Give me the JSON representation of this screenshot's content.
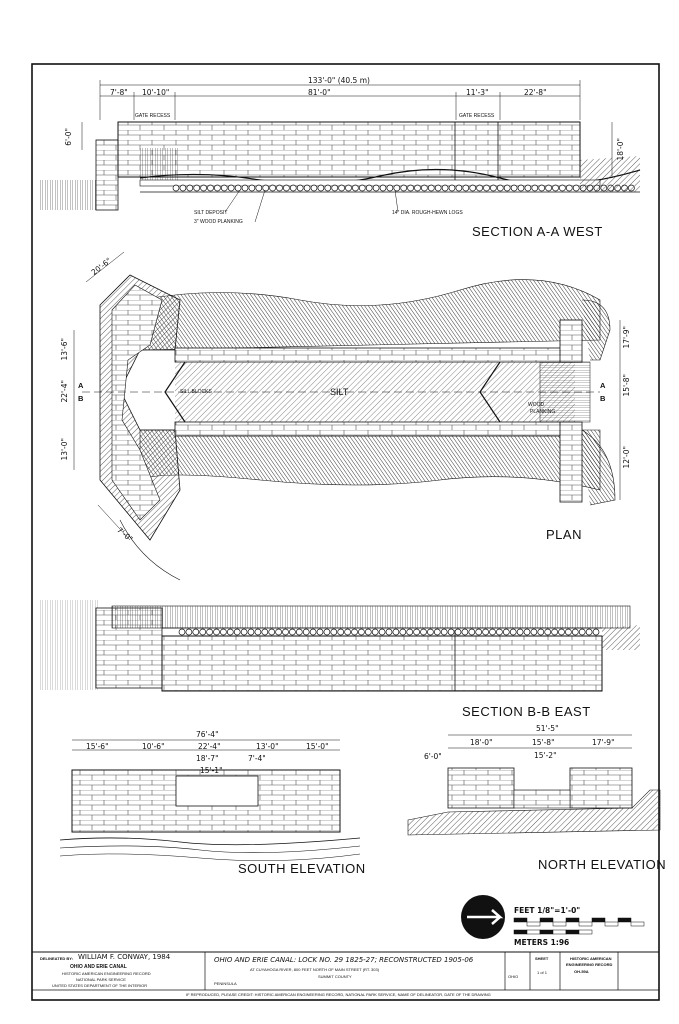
{
  "sheet": {
    "section_aa": {
      "title": "SECTION A-A WEST",
      "overall_dim": "133'-0\" (40.5 m)",
      "dims": [
        "7'-8\"",
        "10'-10\"",
        "81'-0\"",
        "11'-3\"",
        "22'-8\""
      ],
      "left_height": "6'-0\"",
      "right_height": "18'-0\"",
      "gate_recess_left": "GATE RECESS",
      "gate_recess_right": "GATE RECESS",
      "note_silt": "SILT DEPOSIT",
      "note_planking": "3\" WOOD PLANKING",
      "note_logs": "14\" DIA. ROUGH-HEWN LOGS"
    },
    "plan": {
      "title": "PLAN",
      "silt": "SILT",
      "sill_blocks": "SILL BLOCKS",
      "wood_planking_1": "WOOD",
      "wood_planking_2": "PLANKING",
      "dim_diag_top": "20'-6\"",
      "dim_diag_bottom": "7'-0\"",
      "dim_left_1": "13'-6\"",
      "dim_left_2": "22'-4\"",
      "dim_left_3": "13'-0\"",
      "dim_right_1": "17'-9\"",
      "dim_right_2": "15'-8\"",
      "dim_right_3": "12'-0\"",
      "cut_a": "A",
      "cut_b": "B"
    },
    "section_bb": {
      "title": "SECTION B-B EAST"
    },
    "south_elev": {
      "title": "SOUTH ELEVATION",
      "overall": "76'-4\"",
      "dims": [
        "15'-6\"",
        "10'-6\"",
        "22'-4\"",
        "13'-0\"",
        "15'-0\""
      ],
      "inner_1": "18'-7\"",
      "inner_2": "7'-4\"",
      "inner_3": "15'-1\""
    },
    "north_elev": {
      "title": "NORTH ELEVATION",
      "overall": "51'-5\"",
      "dims": [
        "18'-0\"",
        "15'-8\"",
        "17'-9\""
      ],
      "inner": "15'-2\"",
      "height": "6'-0\""
    },
    "scale": {
      "feet_label": "FEET 1/8\"=1'-0\"",
      "meters_label": "METERS 1:96"
    },
    "title_block": {
      "delineated_by": "DELINEATED BY:",
      "delineator": "WILLIAM F. CONWAY, 1984",
      "project": "OHIO AND ERIE CANAL",
      "agency_1": "HISTORIC AMERICAN ENGINEERING RECORD",
      "agency_2": "NATIONAL PARK SERVICE",
      "agency_3": "UNITED STATES DEPARTMENT OF THE INTERIOR",
      "main_title": "OHIO AND ERIE CANAL: LOCK NO. 29 1825-27; RECONSTRUCTED 1905-06",
      "sub_title": "AT CUYAHOGA RIVER, 800 FEET NORTH OF MAIN STREET (RT. 303)",
      "county": "SUMMIT COUNTY",
      "town": "PENINSULA",
      "state": "OHIO",
      "sheet_label": "SHEET",
      "sheet_num": "1 of 1",
      "record_1": "HISTORIC AMERICAN",
      "record_2": "ENGINEERING RECORD",
      "record_num": "OH-59A",
      "credit": "IF REPRODUCED, PLEASE CREDIT: HISTORIC AMERICAN ENGINEERING RECORD, NATIONAL PARK SERVICE, NAME OF DELINEATOR, DATE OF THE DRAWING"
    }
  }
}
